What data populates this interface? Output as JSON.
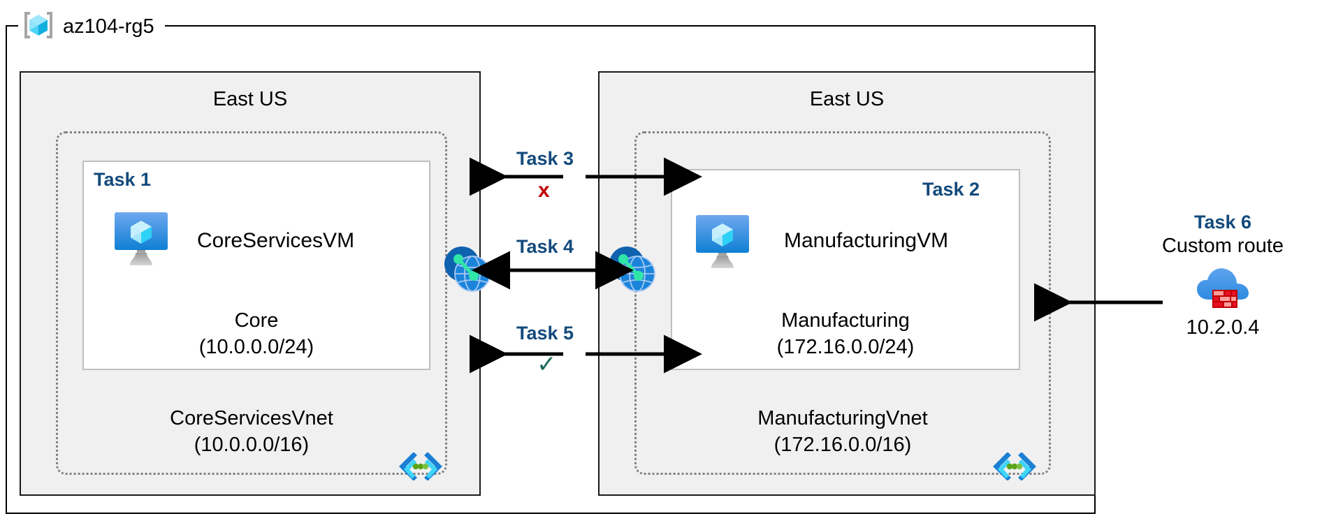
{
  "resource_group": {
    "name": "az104-rg5",
    "icon": "azure-resource-group-icon"
  },
  "regions": [
    {
      "id": "left",
      "label": "East US"
    },
    {
      "id": "right",
      "label": "East US"
    }
  ],
  "vnets": [
    {
      "id": "core",
      "name": "CoreServicesVnet",
      "address_space": "(10.0.0.0/16)",
      "region": "East US",
      "subnet_icon": "subnet-brackets-icon",
      "subnet": {
        "task": "Task 1",
        "vm_icon": "virtual-machine-icon",
        "vm_name": "CoreServicesVM",
        "subnet_name": "Core",
        "subnet_range": "(10.0.0.0/24)"
      }
    },
    {
      "id": "manufacturing",
      "name": "ManufacturingVnet",
      "address_space": "(172.16.0.0/16)",
      "region": "East US",
      "subnet_icon": "subnet-brackets-icon",
      "subnet": {
        "task": "Task 2",
        "vm_icon": "virtual-machine-icon",
        "vm_name": "ManufacturingVM",
        "subnet_name": "Manufacturing",
        "subnet_range": "(172.16.0.0/24)"
      }
    }
  ],
  "connections": [
    {
      "id": "task3",
      "label": "Task 3",
      "marker": "x",
      "marker_glyph": "x",
      "direction": "bidirectional"
    },
    {
      "id": "task4",
      "label": "Task 4",
      "marker": "none",
      "marker_glyph": "",
      "direction": "bidirectional"
    },
    {
      "id": "task5",
      "label": "Task 5",
      "marker": "check",
      "marker_glyph": "✓",
      "direction": "bidirectional"
    }
  ],
  "peering": {
    "left_icon": "vnet-peering-icon",
    "right_icon": "vnet-peering-icon"
  },
  "custom_route": {
    "task": "Task 6",
    "label": "Custom route",
    "icon": "azure-firewall-icon",
    "ip": "10.2.0.4",
    "direction": "left"
  },
  "colors": {
    "task_blue": "#134a7c",
    "marker_red": "#c00000",
    "marker_green": "#1d6b5c",
    "region_fill": "#f0f0f0",
    "region_border": "#1a1a1a",
    "vnet_border": "#808080",
    "subnet_border": "#bfbfbf",
    "azure_blue": "#0078d4",
    "cube_cyan": "#9fe7fb"
  }
}
